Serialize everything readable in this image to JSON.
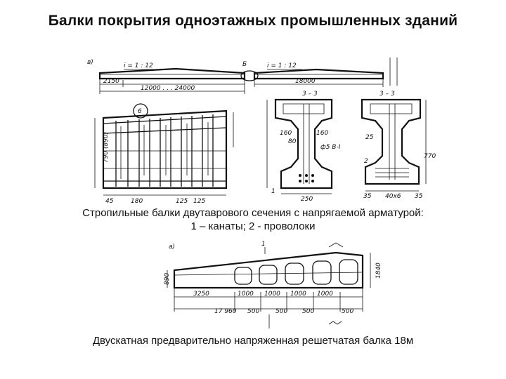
{
  "title": "Балки покрытия одноэтажных промышленных зданий",
  "caption_1_line1": "Стропильные балки двутаврового сечения с напрягаемой арматурой:",
  "caption_1_line2": "1 – канаты; 2 - проволоки",
  "caption_2": "Двускатная предварительно напряженная решетчатая балка 18м",
  "drawing_top": {
    "label_b": "в)",
    "slope_1": "i = 1 : 12",
    "slope_2": "i = 1 : 12",
    "dim_2150": "2150",
    "dim_span": "12000 . . . 24000",
    "dim_18000": "18000",
    "callout_6": "6",
    "section_33_a": "3 – 3",
    "section_33_b": "3 – 3",
    "label_B": "Б",
    "dim_45": "45",
    "dim_180": "180",
    "dim_125a": "125",
    "dim_125b": "125",
    "dim_height": "790 (890)",
    "dim_160a": "160",
    "dim_160b": "160",
    "dim_80": "80",
    "dim_250": "250",
    "dim_35a": "35",
    "dim_35b": "35",
    "dim_40x6": "40х6",
    "dim_770": "770",
    "rebar_note": "ф5 В-I",
    "mark_1": "1",
    "mark_2": "2",
    "dim_25": "25"
  },
  "drawing_bottom": {
    "label_a": "а)",
    "mark_1": "1",
    "dim_890": "890",
    "dim_1840": "1840",
    "dim_3250": "3250",
    "dim_1000a": "1000",
    "dim_1000b": "1000",
    "dim_1000c": "1000",
    "dim_1000d": "1000",
    "dim_17960": "17 960",
    "dim_500a": "500",
    "dim_500b": "500",
    "dim_500c": "500",
    "dim_500d": "500"
  }
}
